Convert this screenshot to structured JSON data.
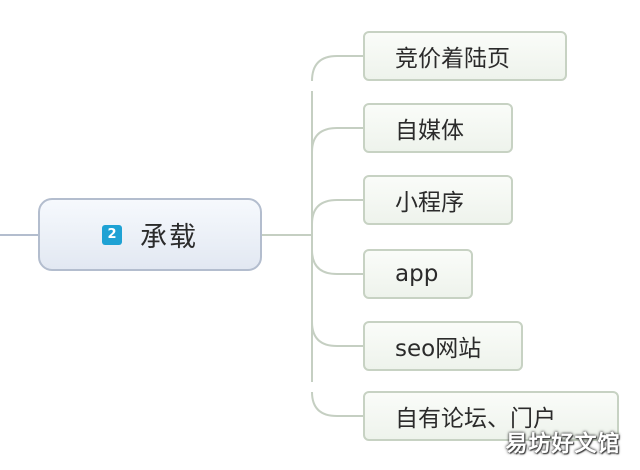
{
  "mindmap": {
    "central": {
      "badge": "2",
      "label": "承载",
      "badge_color": "#1fa2d4"
    },
    "branches": [
      {
        "label": "竞价着陆页"
      },
      {
        "label": "自媒体"
      },
      {
        "label": "小程序"
      },
      {
        "label": "app"
      },
      {
        "label": "seo网站"
      },
      {
        "label": "自有论坛、门户"
      }
    ],
    "line_color": "#c5cfc2"
  },
  "watermark": {
    "text": "易坊好文馆"
  }
}
